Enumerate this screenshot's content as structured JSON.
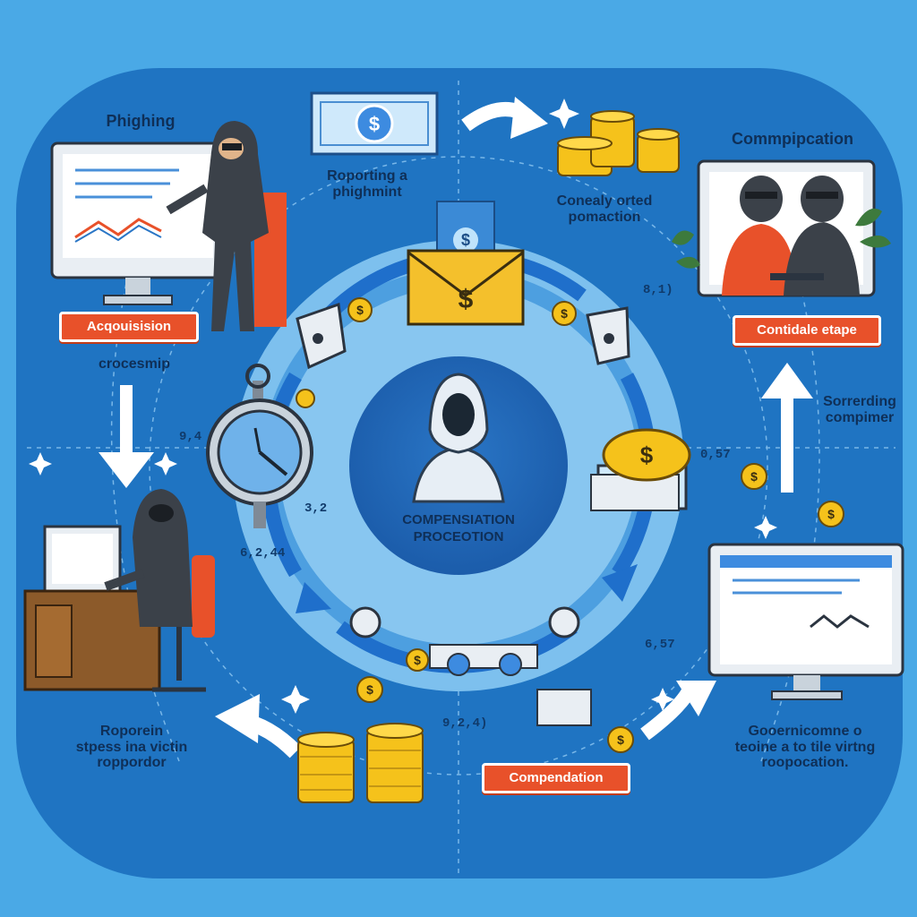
{
  "labels": {
    "phishing_title": "Phighing",
    "reporting": "Roporting a\nphighmint",
    "consent": "Conealy orted\npomaction",
    "communication_title": "Commpipcation",
    "acquisition_badge": "Acqouisision",
    "crocesmip": "crocesmip",
    "contidale_badge": "Contidale etape",
    "sorrerding": "Sorrerding\ncompimer",
    "center_caption": "COMPENSIATION\nPROCEOTION",
    "victim_report": "Roporein\nstpess ina victin\nroppordor",
    "compendation_badge": "Compendation",
    "goverment_note": "Gooernicomne o\nteoine a to tile virtng\nroopocation."
  },
  "numbers": {
    "n1": "8,1)",
    "n2": "9,4",
    "n3": "3,2",
    "n4": "6,2,44",
    "n5": "0,57",
    "n6": "6,57",
    "n7": "9,2,4)"
  },
  "colors": {
    "background": "#4aa9e6",
    "panel": "#1f74c2",
    "ring": "#8cc9f0",
    "inner": "#1a5fae",
    "accent_orange": "#e8512a",
    "coin": "#f5c21b",
    "envelope": "#f4c02c",
    "hacker": "#3b4149"
  },
  "icons": [
    "dollar-bill-icon",
    "coin-stack-icon",
    "envelope-icon",
    "stopwatch-icon",
    "hooded-figure-icon",
    "shield-icon",
    "sparkle-icon",
    "arrow-icon",
    "monitor-icon",
    "plant-icon",
    "gear-icon"
  ]
}
